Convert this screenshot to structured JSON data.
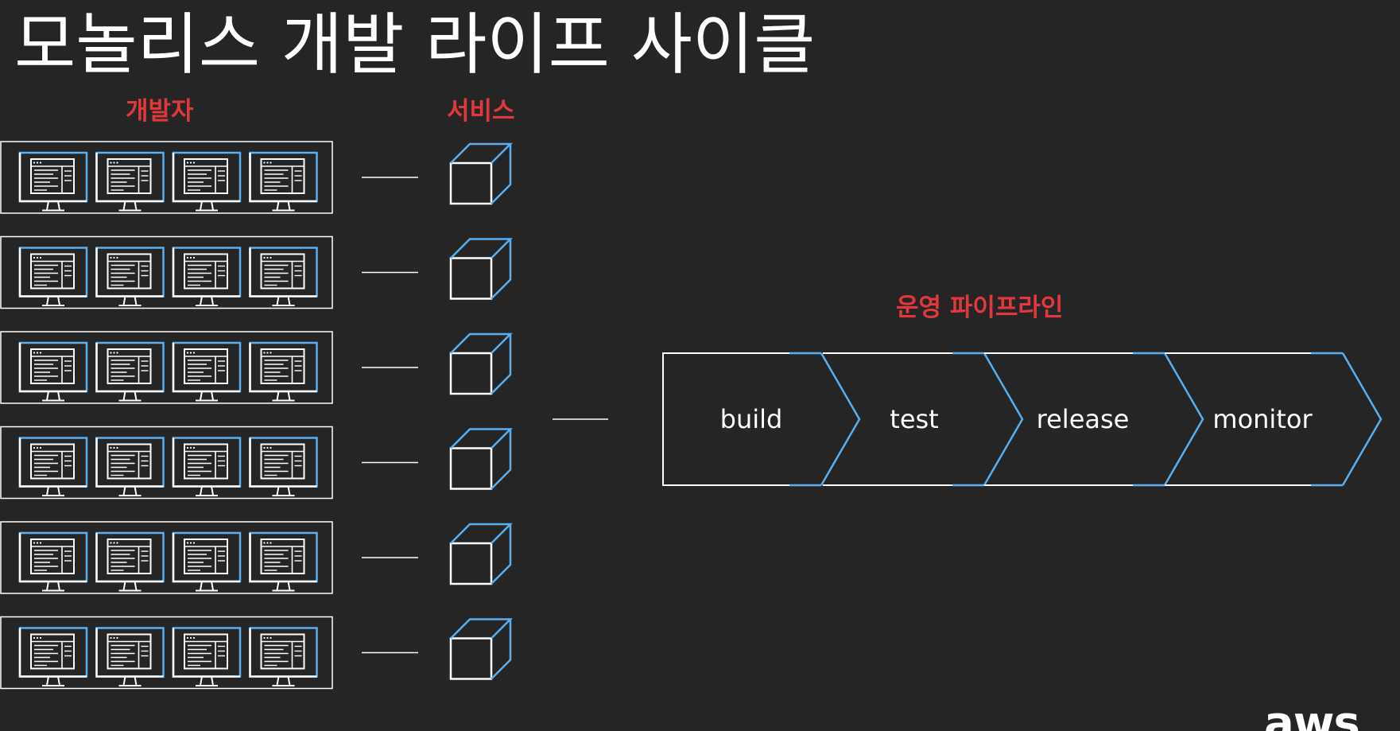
{
  "title": "모놀리스 개발 라이프 사이클",
  "labels": {
    "developers": "개발자",
    "services": "서비스",
    "pipeline": "운영 파이프라인"
  },
  "developer_groups": [
    {
      "workstations": 4
    },
    {
      "workstations": 4
    },
    {
      "workstations": 4
    },
    {
      "workstations": 4
    },
    {
      "workstations": 4
    },
    {
      "workstations": 4
    }
  ],
  "pipeline_stages": [
    "build",
    "test",
    "release",
    "monitor"
  ],
  "brand": "aws",
  "colors": {
    "background": "#252525",
    "accent_blue": "#5aaff0",
    "label_red": "#e0383c",
    "line_white": "#ffffff"
  },
  "icons": {
    "workstation": "monitor-icon",
    "service": "cube-icon"
  }
}
